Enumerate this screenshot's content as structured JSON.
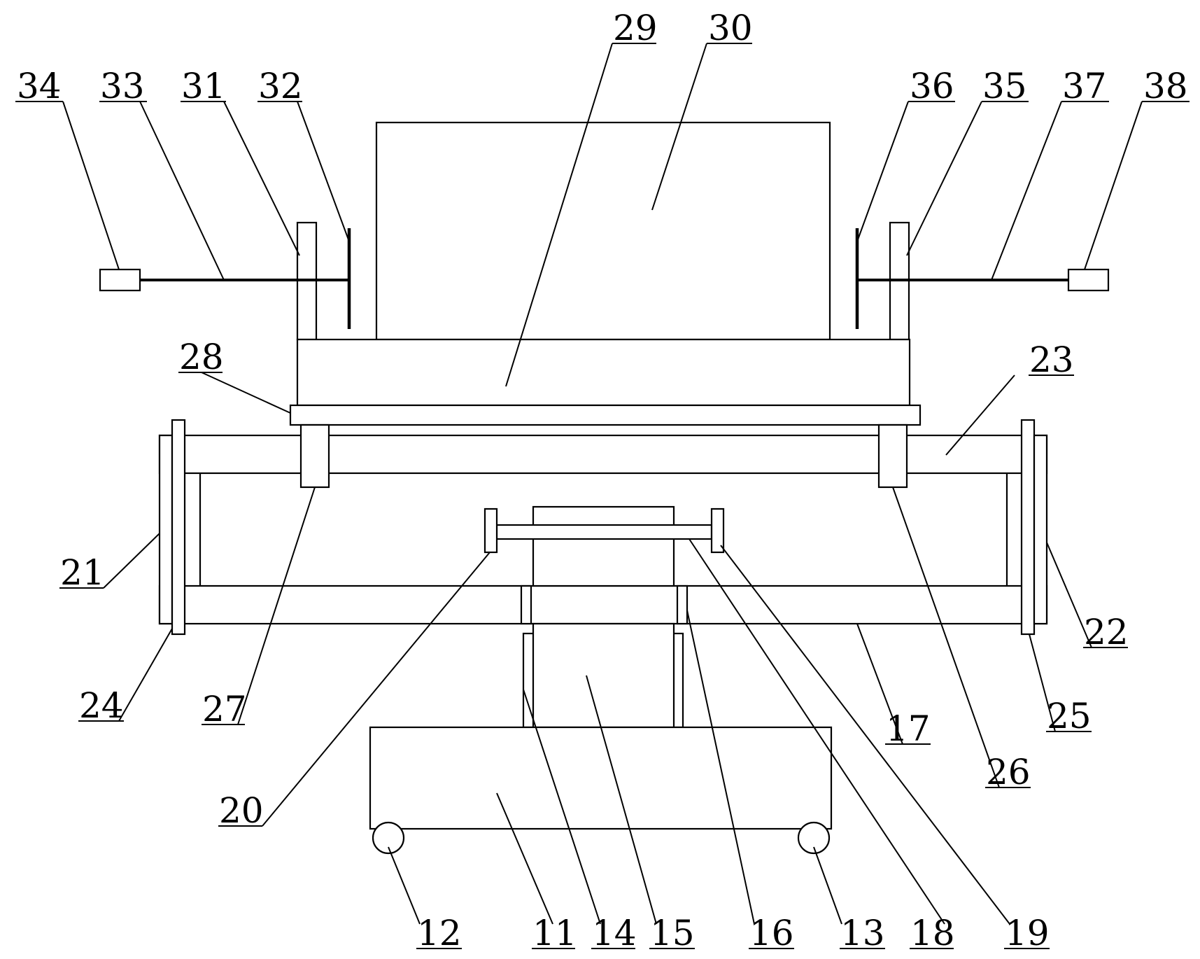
{
  "labels": {
    "n11": "11",
    "n12": "12",
    "n13": "13",
    "n14": "14",
    "n15": "15",
    "n16": "16",
    "n17": "17",
    "n18": "18",
    "n19": "19",
    "n20": "20",
    "n21": "21",
    "n22": "22",
    "n23": "23",
    "n24": "24",
    "n25": "25",
    "n26": "26",
    "n27": "27",
    "n28": "28",
    "n29": "29",
    "n30": "30",
    "n31": "31",
    "n32": "32",
    "n33": "33",
    "n34": "34",
    "n35": "35",
    "n36": "36",
    "n37": "37",
    "n38": "38"
  }
}
